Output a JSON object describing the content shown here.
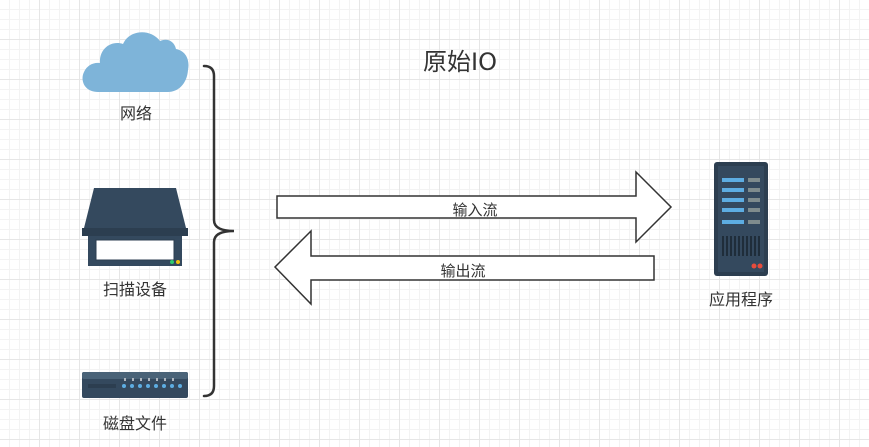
{
  "title": "原始IO",
  "sources": [
    {
      "label": "网络",
      "icon": "cloud-icon"
    },
    {
      "label": "扫描设备",
      "icon": "scanner-icon"
    },
    {
      "label": "磁盘文件",
      "icon": "disk-drive-icon"
    }
  ],
  "streams": {
    "input": "输入流",
    "output": "输出流"
  },
  "target": {
    "label": "应用程序",
    "icon": "server-icon"
  },
  "colors": {
    "cloud": "#7eb4d9",
    "device_dark": "#34495e",
    "server_body": "#2c3e50",
    "server_slot": "#5dade2",
    "led_red": "#e74c3c",
    "led_green": "#2ecc71",
    "line": "#333333"
  }
}
